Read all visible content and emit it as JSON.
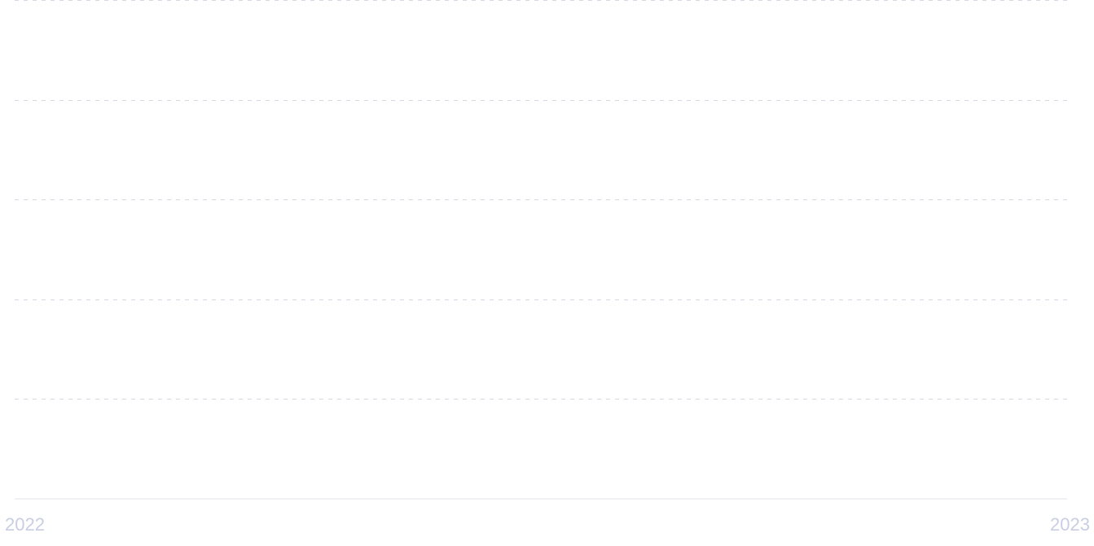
{
  "chart_data": {
    "type": "line",
    "x_tick_labels": [
      "2022",
      "2023"
    ],
    "y_gridline_count": 5,
    "grid": true,
    "grid_style": "dashed",
    "series": [],
    "colors": {
      "grid": "#d4d8e0",
      "axis": "#dfe3ea",
      "tick_label": "#c9cee3"
    }
  }
}
